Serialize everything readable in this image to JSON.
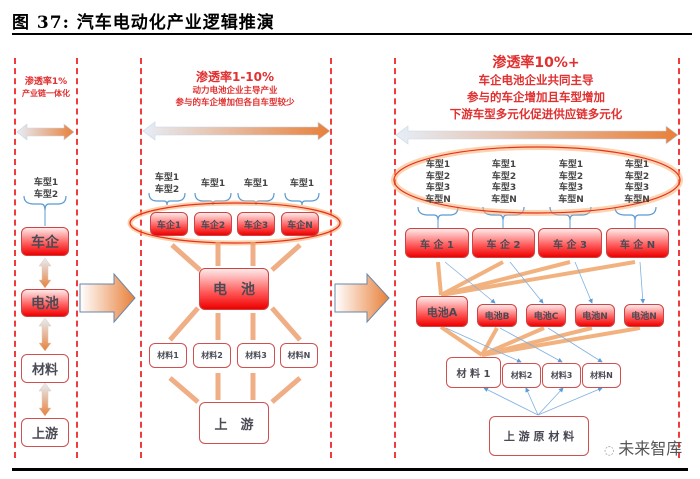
{
  "figure": {
    "title": "图 37: 汽车电动化产业逻辑推演"
  },
  "stage1": {
    "headline": "渗透率1%",
    "sub": "产业链一体化",
    "models": [
      "车型1",
      "车型2"
    ],
    "nodes": [
      "车企",
      "电池",
      "材料",
      "上游"
    ]
  },
  "stage2": {
    "headline": "渗透率1-10%",
    "lines": [
      "动力电池企业主导产业",
      "参与的车企增加但各自车型较少"
    ],
    "model_groups": [
      [
        "车型1",
        "车型2"
      ],
      [
        "车型1"
      ],
      [
        "车型1"
      ],
      [
        "车型1"
      ]
    ],
    "automakers": [
      "车企1",
      "车企2",
      "车企3",
      "车企N"
    ],
    "battery": "电　池",
    "materials": [
      "材料1",
      "材料2",
      "材料3",
      "材料N"
    ],
    "upstream": "上　游"
  },
  "stage3": {
    "headline": "渗透率10%+",
    "lines": [
      "车企电池企业共同主导",
      "参与的车企增加且车型增加",
      "下游车型多元化促进供应链多元化"
    ],
    "model_groups": [
      [
        "车型1",
        "车型2",
        "车型3",
        "车型N"
      ],
      [
        "车型1",
        "车型2",
        "车型3",
        "车型N"
      ],
      [
        "车型1",
        "车型2",
        "车型3",
        "车型N"
      ],
      [
        "车型1",
        "车型2",
        "车型3",
        "车型N"
      ]
    ],
    "automakers": [
      "车 企 1",
      "车 企 2",
      "车 企 3",
      "车 企 N"
    ],
    "batteries": [
      "电池A",
      "电池B",
      "电池C",
      "电池N",
      "电池N"
    ],
    "materials": [
      "材 料 1",
      "材料2",
      "材料3",
      "材料N"
    ],
    "upstream": "上 游 原 材 料"
  },
  "watermark": {
    "text": "未来智库"
  },
  "colors": {
    "accent_red": "#e03030",
    "arrow_orange": "#e8803a",
    "link_blue": "#5b9bd5"
  }
}
